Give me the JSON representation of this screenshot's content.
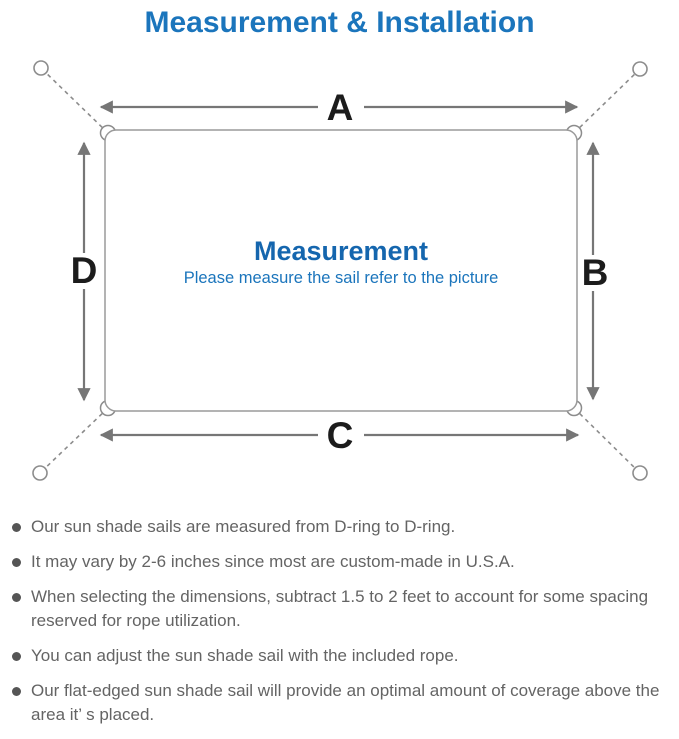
{
  "title": "Measurement & Installation",
  "diagram": {
    "edge_labels": {
      "top": "A",
      "right": "B",
      "bottom": "C",
      "left": "D"
    },
    "center_title": "Measurement",
    "center_subtitle": "Please measure the sail refer to the picture"
  },
  "colors": {
    "title_blue": "#1B75BC",
    "center_title_blue": "#1566AE",
    "center_subtitle_blue": "#1B75BC",
    "outline_gray": "#9A9A9A",
    "arrow_gray": "#767676",
    "dim_label_black": "#1C1C1C",
    "bullet_text_gray": "#646464"
  },
  "bullets": [
    "Our sun shade sails are measured from D-ring to D-ring.",
    "It may vary by 2-6 inches since most are custom-made in U.S.A.",
    "When selecting the dimensions, subtract 1.5 to 2 feet to account for some spacing reserved for rope utilization.",
    "You can adjust the sun shade sail with the included rope.",
    "Our flat-edged sun shade sail will provide an optimal amount of coverage above the area it’ s placed."
  ]
}
